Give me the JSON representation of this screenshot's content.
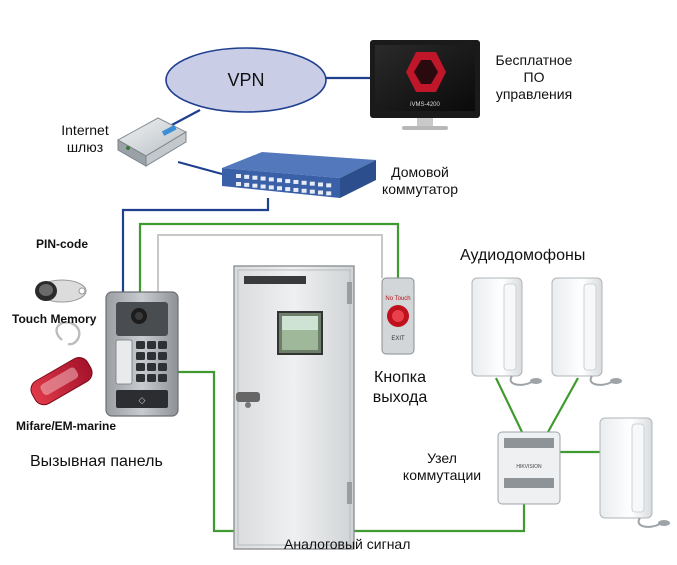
{
  "vpn": {
    "label": "VPN"
  },
  "software": {
    "label_lines": [
      "Бесплатное",
      "ПО",
      "управления"
    ],
    "screen_text": "iVMS-4200"
  },
  "gateway": {
    "label_lines": [
      "Internet",
      "шлюз"
    ]
  },
  "switch": {
    "label_lines": [
      "Домовой",
      "коммутатор"
    ]
  },
  "credentials": {
    "pin": "PIN-code",
    "touch_memory": "Touch Memory",
    "mifare": "Mifare/EM-marine"
  },
  "call_panel": {
    "label": "Вызывная панель"
  },
  "exit_button": {
    "label_lines": [
      "Кнопка",
      "выхода"
    ],
    "top_text": "No Touch",
    "bottom_text": "EXIT"
  },
  "intercoms": {
    "label": "Аудиодомофоны"
  },
  "hub": {
    "label_lines": [
      "Узел",
      "коммутации"
    ],
    "device_text": "HIKVISION"
  },
  "analog": {
    "label": "Аналоговый сигнал"
  },
  "colors": {
    "network_line": "#1f3f8f",
    "analog_line": "#3f9a2f",
    "door_wire": "#c8c8c8",
    "vpn_fill": "#c9cde6",
    "vpn_stroke": "#1f3f8f",
    "switch_body": "#3a60a8"
  }
}
